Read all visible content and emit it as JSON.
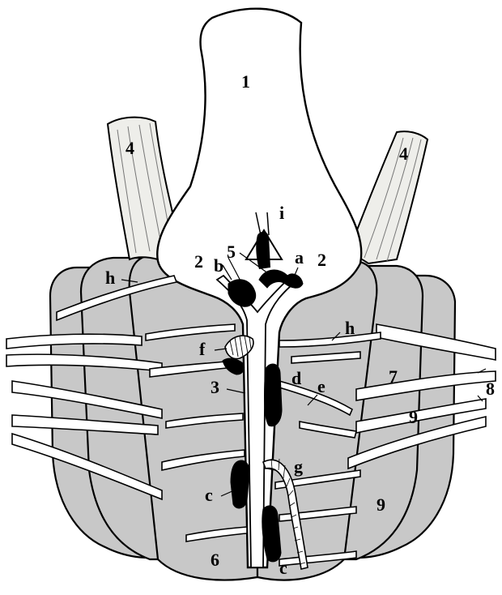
{
  "labels": {
    "n1": "1",
    "n2": "2",
    "n3": "3",
    "n4": "4",
    "n5": "5",
    "n6": "6",
    "n7": "7",
    "n8": "8",
    "n9": "9",
    "a": "a",
    "b": "b",
    "c": "c",
    "d": "d",
    "e": "e",
    "f": "f",
    "g": "g",
    "h": "h",
    "i": "i"
  },
  "colors": {
    "outline": "#000000",
    "fill_gray": "#c8c8c8",
    "fill_white": "#ffffff",
    "fill_light": "#eeeeea",
    "vessel_dark": "#000000"
  }
}
